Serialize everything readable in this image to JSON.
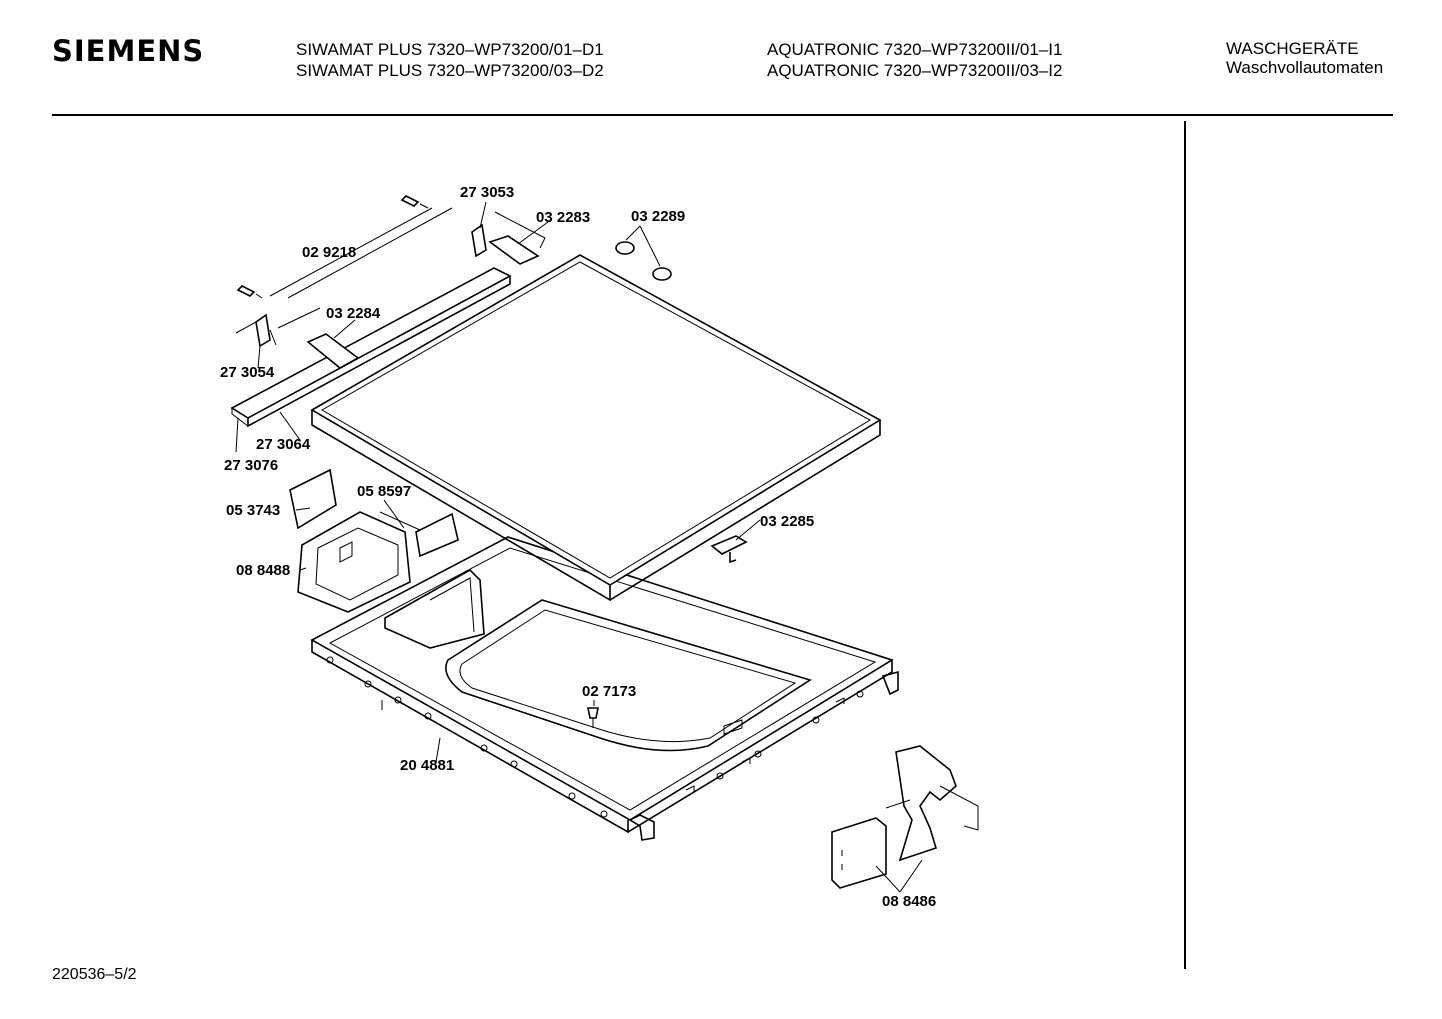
{
  "header": {
    "brand": "SIEMENS",
    "model_col1": [
      "SIWAMAT PLUS 7320–WP73200/01–D1",
      "SIWAMAT PLUS 7320–WP73200/03–D2"
    ],
    "model_col2": [
      "AQUATRONIC 7320–WP73200II/01–I1",
      "AQUATRONIC 7320–WP73200II/03–I2"
    ],
    "category": [
      "WASCHGERÄTE",
      "Waschvollautomaten"
    ]
  },
  "parts": [
    {
      "number": "27 3053"
    },
    {
      "number": "03 2283"
    },
    {
      "number": "03 2289"
    },
    {
      "number": "02 9218"
    },
    {
      "number": "03 2284"
    },
    {
      "number": "27 3054"
    },
    {
      "number": "27 3064"
    },
    {
      "number": "27 3076"
    },
    {
      "number": "05 8597"
    },
    {
      "number": "05 3743"
    },
    {
      "number": "03 2285"
    },
    {
      "number": "08 8488"
    },
    {
      "number": "02 7173"
    },
    {
      "number": "20 4881"
    },
    {
      "number": "08 8486"
    }
  ],
  "footer": {
    "drawing_id": "220536–5/2"
  }
}
